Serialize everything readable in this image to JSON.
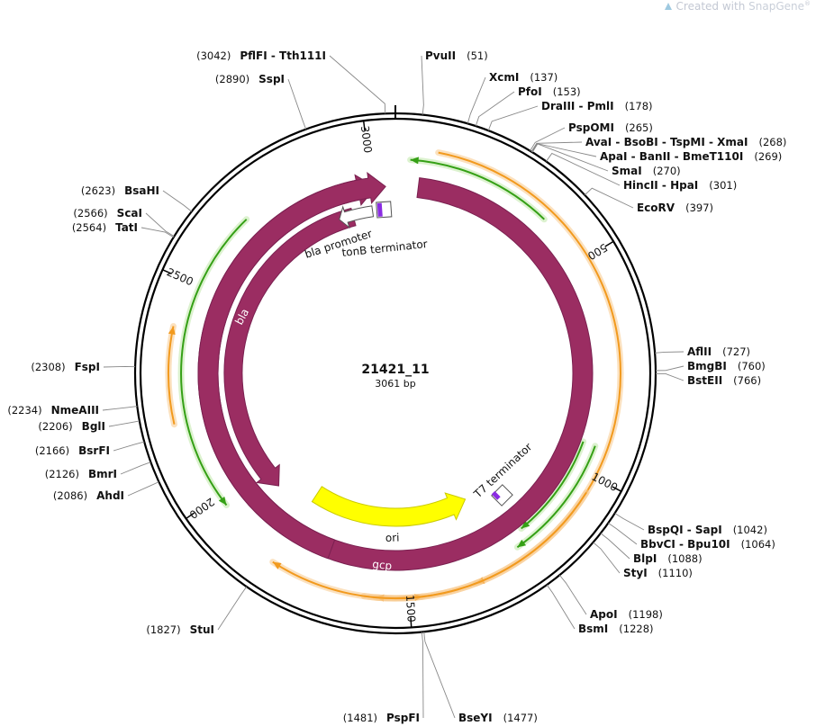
{
  "watermark": {
    "prefix": "Created with ",
    "brand": "SnapGene",
    "reg": "®"
  },
  "plasmid": {
    "name": "21421_11",
    "length_label": "3061 bp",
    "length": 3061
  },
  "ticks": [
    {
      "pos": 3000,
      "label": "3000"
    },
    {
      "pos": 500,
      "label": "500"
    },
    {
      "pos": 1000,
      "label": "1000"
    },
    {
      "pos": 1500,
      "label": "1500"
    },
    {
      "pos": 2000,
      "label": "2000"
    },
    {
      "pos": 2500,
      "label": "2500"
    }
  ],
  "sites": [
    {
      "id": "pflfi",
      "names": "PflFI  - Tth111I",
      "pos_label": "(3042)",
      "pos": 3042
    },
    {
      "id": "sspi",
      "names": "SspI",
      "pos_label": "(2890)",
      "pos": 2890
    },
    {
      "id": "pvuii",
      "names": "PvuII",
      "pos_label": "(51)",
      "pos": 51
    },
    {
      "id": "xcmi",
      "names": "XcmI",
      "pos_label": "(137)",
      "pos": 137
    },
    {
      "id": "pfoi",
      "names": "PfoI",
      "pos_label": "(153)",
      "pos": 153
    },
    {
      "id": "draiii",
      "names": "DraIII  - PmlI",
      "pos_label": "(178)",
      "pos": 178
    },
    {
      "id": "pspomi",
      "names": "PspOMI",
      "pos_label": "(265)",
      "pos": 265
    },
    {
      "id": "avai",
      "names": "AvaI  - BsoBI  - TspMI  - XmaI",
      "pos_label": "(268)",
      "pos": 268
    },
    {
      "id": "apai",
      "names": "ApaI  - BanII  - BmeT110I",
      "pos_label": "(269)",
      "pos": 269
    },
    {
      "id": "smai",
      "names": "SmaI",
      "pos_label": "(270)",
      "pos": 270
    },
    {
      "id": "hincii",
      "names": "HincII  - HpaI",
      "pos_label": "(301)",
      "pos": 301
    },
    {
      "id": "ecorv",
      "names": "EcoRV",
      "pos_label": "(397)",
      "pos": 397
    },
    {
      "id": "aflii",
      "names": "AflII",
      "pos_label": "(727)",
      "pos": 727
    },
    {
      "id": "bmgbi",
      "names": "BmgBI",
      "pos_label": "(760)",
      "pos": 760
    },
    {
      "id": "bsteii",
      "names": "BstEII",
      "pos_label": "(766)",
      "pos": 766
    },
    {
      "id": "bspqi",
      "names": "BspQI  - SapI",
      "pos_label": "(1042)",
      "pos": 1042
    },
    {
      "id": "bbvci",
      "names": "BbvCI  - Bpu10I",
      "pos_label": "(1064)",
      "pos": 1064
    },
    {
      "id": "blpi",
      "names": "BlpI",
      "pos_label": "(1088)",
      "pos": 1088
    },
    {
      "id": "styi",
      "names": "StyI",
      "pos_label": "(1110)",
      "pos": 1110
    },
    {
      "id": "apoi",
      "names": "ApoI",
      "pos_label": "(1198)",
      "pos": 1198
    },
    {
      "id": "bsmi",
      "names": "BsmI",
      "pos_label": "(1228)",
      "pos": 1228
    },
    {
      "id": "bseyi",
      "names": "BseYI",
      "pos_label": "(1477)",
      "pos": 1477
    },
    {
      "id": "pspfi",
      "names": "PspFI",
      "pos_label": "(1481)",
      "pos": 1481
    },
    {
      "id": "stui",
      "names": "StuI",
      "pos_label": "(1827)",
      "pos": 1827
    },
    {
      "id": "ahdi",
      "names": "AhdI",
      "pos_label": "(2086)",
      "pos": 2086
    },
    {
      "id": "bmri",
      "names": "BmrI",
      "pos_label": "(2126)",
      "pos": 2126
    },
    {
      "id": "bsrfi",
      "names": "BsrFI",
      "pos_label": "(2166)",
      "pos": 2166
    },
    {
      "id": "bgli",
      "names": "BglI",
      "pos_label": "(2206)",
      "pos": 2206
    },
    {
      "id": "nmeaiii",
      "names": "NmeAIII",
      "pos_label": "(2234)",
      "pos": 2234
    },
    {
      "id": "fspi",
      "names": "FspI",
      "pos_label": "(2308)",
      "pos": 2308
    },
    {
      "id": "tati",
      "names": "TatI",
      "pos_label": "(2564)",
      "pos": 2564
    },
    {
      "id": "scai",
      "names": "ScaI",
      "pos_label": "(2566)",
      "pos": 2566
    },
    {
      "id": "bsahi",
      "names": "BsaHI",
      "pos_label": "(2623)",
      "pos": 2623
    }
  ],
  "features": {
    "bla": "bla",
    "bla_promoter": "bla promoter",
    "tonb_terminator": "tonB terminator",
    "t7_terminator": "T7 terminator",
    "ori": "ori",
    "gcp": "gcp"
  },
  "colors": {
    "gcp": "#9b2d62",
    "bla": "#9b2d62",
    "ori": "#ffff00",
    "orf_orange": "#f29a1e",
    "orf_green": "#35a016",
    "terminator": "#8a2be2",
    "backbone": "#000000"
  }
}
